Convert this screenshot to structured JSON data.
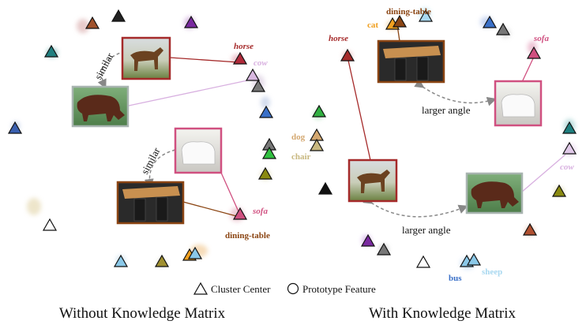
{
  "left_panel": {
    "title": "Without Knowledge Matrix",
    "labels": {
      "horse": "horse",
      "cow": "cow",
      "sofa": "sofa",
      "dining_table": "dining-table",
      "dog": "dog",
      "chair": "chair"
    },
    "annotations": {
      "similar_top": "similar",
      "similar_bottom": "similar"
    }
  },
  "right_panel": {
    "title": "With Knowledge Matrix",
    "labels": {
      "dining_table": "dining-table",
      "cat": "cat",
      "horse": "horse",
      "sofa": "sofa",
      "cow": "cow",
      "bus": "bus",
      "sheep": "sheep"
    },
    "annotations": {
      "larger_angle_top": "larger angle",
      "larger_angle_bottom": "larger angle"
    }
  },
  "legend": {
    "cluster_center": "Cluster Center",
    "prototype_feature": "Prototype Feature"
  },
  "colors": {
    "horse": "#a52a2a",
    "cow": "#c9a0d0",
    "sofa": "#d05080",
    "dining_table": "#8b4513",
    "dog": "#d4a870",
    "chair": "#c8b880",
    "cat": "#f0a020",
    "bus": "#3a70c8",
    "sheep": "#a8d8f0"
  }
}
